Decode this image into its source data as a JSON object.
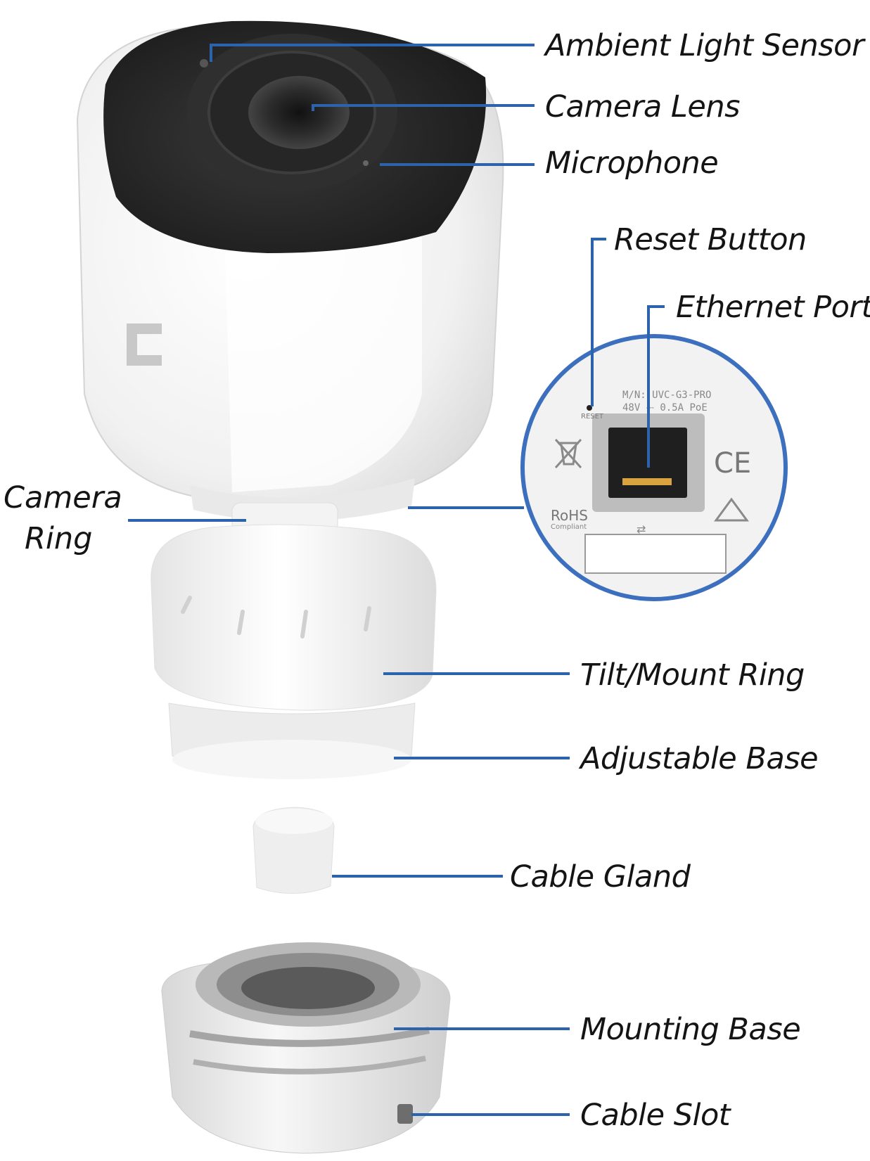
{
  "labels": {
    "ambient_light_sensor": "Ambient Light Sensor",
    "camera_lens": "Camera Lens",
    "microphone": "Microphone",
    "reset_button": "Reset Button",
    "ethernet_port": "Ethernet Port",
    "camera_ring_line1": "Camera",
    "camera_ring_line2": "Ring",
    "tilt_mount_ring": "Tilt/Mount Ring",
    "adjustable_base": "Adjustable Base",
    "cable_gland": "Cable Gland",
    "mounting_base": "Mounting Base",
    "cable_slot": "Cable Slot"
  },
  "inset": {
    "model": "M/N: UVC-G3-PRO",
    "power": "48V ⎓ 0.5A PoE",
    "reset": "RESET",
    "rohs": "RoHS",
    "rohs_sub": "Compliant",
    "ce": "CE"
  },
  "colors": {
    "leader_line": "#2b64ad",
    "inset_border": "#3c6fbe",
    "label_text": "#141414",
    "camera_body": "#f4f4f4",
    "camera_face": "#2a2a2a"
  }
}
